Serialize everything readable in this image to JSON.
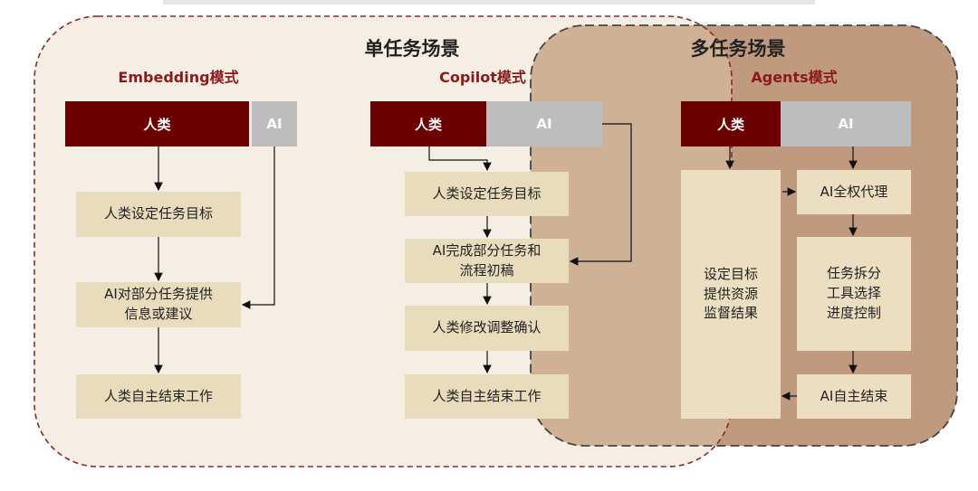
{
  "single_scene": {
    "title": "单任务场景"
  },
  "multi_scene": {
    "title": "多任务场景"
  },
  "embedding": {
    "title": "Embedding模式",
    "human": "人类",
    "ai": "AI",
    "steps": [
      "人类设定任务目标",
      "AI对部分任务提供\n信息或建议",
      "人类自主结束工作"
    ]
  },
  "copilot": {
    "title": "Copilot模式",
    "human": "人类",
    "ai": "AI",
    "steps": [
      "人类设定任务目标",
      "AI完成部分任务和\n流程初稿",
      "人类修改调整确认",
      "人类自主结束工作"
    ]
  },
  "agents": {
    "title": "Agents模式",
    "human": "人类",
    "ai": "AI",
    "human_box": "设定目标\n提供资源\n监督结果",
    "steps": [
      "AI全权代理",
      "任务拆分\n工具选择\n进度控制",
      "AI自主结束"
    ]
  },
  "colors": {
    "human": "#6b0000",
    "ai": "#bdbdbd",
    "mode_title": "#8b1a1a",
    "step": "#e8dcbc"
  }
}
